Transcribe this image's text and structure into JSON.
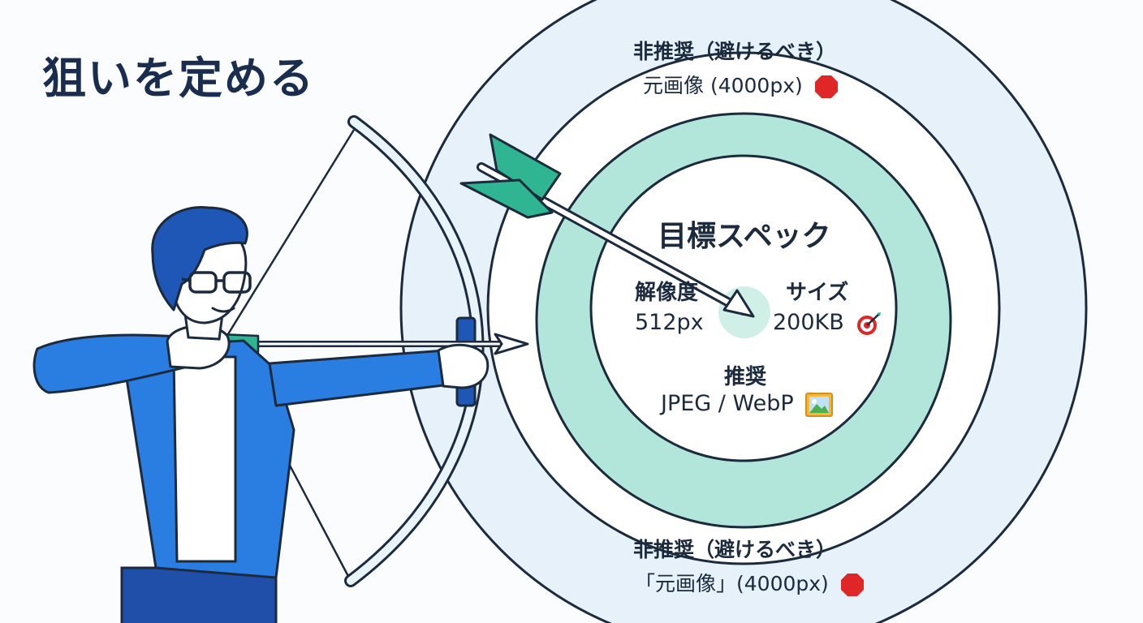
{
  "title": "狙いを定める",
  "outer_top": {
    "heading": "非推奨（避けるべき）",
    "detail": "元画像 (4000px)",
    "icon": "stop-sign-icon"
  },
  "outer_bottom": {
    "heading": "非推奨（避けるべき）",
    "detail": "「元画像」(4000px)",
    "icon": "stop-sign-icon"
  },
  "target": {
    "title": "目標スペック",
    "resolution": {
      "label": "解像度",
      "value": "512px"
    },
    "size": {
      "label": "サイズ",
      "value": "200KB",
      "icon": "target-icon"
    },
    "format": {
      "label": "推奨",
      "value": "JPEG / WebP",
      "icon": "picture-icon"
    }
  },
  "colors": {
    "ink": "#1c2a3e",
    "outer_ring": "#e6f1f9",
    "inner_ring": "#b3e6da",
    "center_dot": "#d0efe7",
    "arrow_feather": "#2fb592",
    "jacket": "#2a7de1",
    "hair": "#1e57b5",
    "stop": "#e02727"
  }
}
